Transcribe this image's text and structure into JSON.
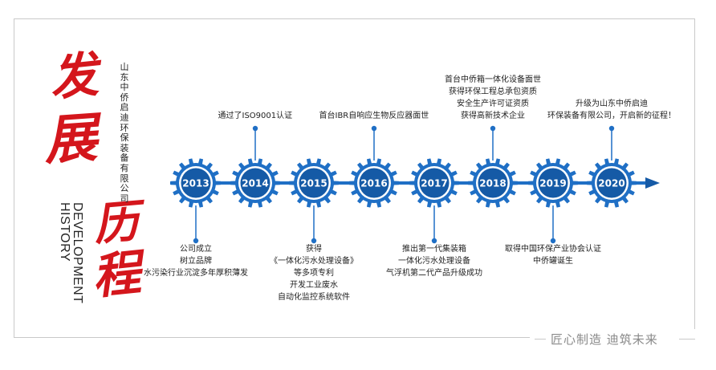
{
  "title": {
    "chars": [
      "发",
      "展",
      "历",
      "程"
    ],
    "company": "山东中侨启迪环保装备有限公司",
    "english": [
      "DEVELOPMENT",
      "HISTORY"
    ]
  },
  "timeline": [
    {
      "year": "2013",
      "position": "below",
      "lines": [
        "公司成立",
        "树立品牌",
        "水污染行业沉淀多年厚积薄发"
      ]
    },
    {
      "year": "2014",
      "position": "above",
      "lines": [
        "通过了ISO9001认证"
      ]
    },
    {
      "year": "2015",
      "position": "below",
      "lines": [
        "获得",
        "《一体化污水处理设备》",
        "等多项专利",
        "开发工业废水",
        "自动化监控系统软件"
      ]
    },
    {
      "year": "2016",
      "position": "above",
      "lines": [
        "首台IBR自响应生物反应器面世"
      ]
    },
    {
      "year": "2017",
      "position": "below",
      "lines": [
        "推出第一代集装箱",
        "一体化污水处理设备",
        "气浮机第二代产品升级成功"
      ]
    },
    {
      "year": "2018",
      "position": "above",
      "lines": [
        "首台中侨箱一体化设备面世",
        "获得环保工程总承包资质",
        "安全生产许可证资质",
        "获得高新技术企业"
      ]
    },
    {
      "year": "2019",
      "position": "below",
      "lines": [
        "取得中国环保产业协会认证",
        "中侨罐诞生"
      ]
    },
    {
      "year": "2020",
      "position": "above",
      "lines": [
        "升级为山东中侨启迪",
        "环保装备有限公司，开启新的征程！"
      ]
    }
  ],
  "footer": {
    "slogan": "匠心制造  迪筑未来"
  },
  "colors": {
    "gear": "#1f6fc5",
    "gear_dark": "#155aa6",
    "accent_red": "#d4161c",
    "line": "#1f6fc5"
  }
}
